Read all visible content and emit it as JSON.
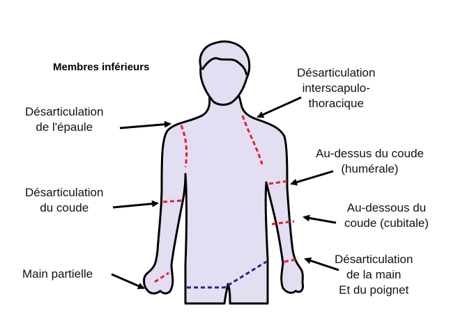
{
  "diagram": {
    "title": "Membres inférieurs",
    "colors": {
      "body_fill": "#e3def2",
      "outline": "#000000",
      "upper_limb_cut": "#e0202a",
      "lower_limb_cut": "#1f2a80",
      "arrow": "#000000"
    },
    "labels": {
      "shoulder": {
        "line1": "Désarticulation",
        "line2": "de l'épaule"
      },
      "interscapulo": {
        "line1": "Désarticulation",
        "line2": "interscapulo-",
        "line3": "thoracique"
      },
      "elbow": {
        "line1": "Désarticulation",
        "line2": "du coude"
      },
      "above_elbow": {
        "line1": "Au-dessus du coude",
        "line2": "(humérale)"
      },
      "below_elbow": {
        "line1": "Au-dessous du",
        "line2": "coude (cubitale)"
      },
      "partial_hand": {
        "line1": "Main partielle"
      },
      "wrist": {
        "line1": "Désarticulation",
        "line2": "de la main",
        "line3": "Et du poignet"
      }
    }
  }
}
